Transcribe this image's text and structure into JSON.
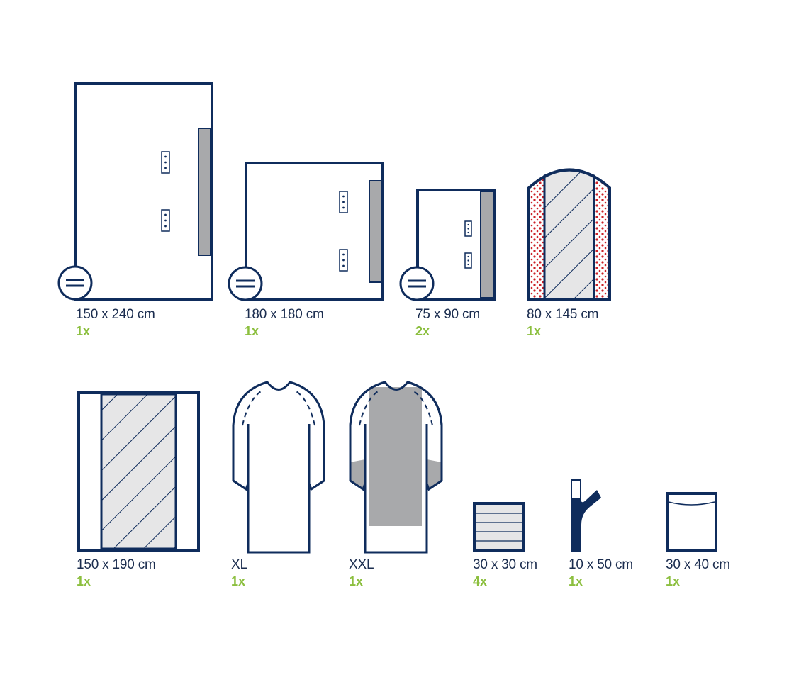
{
  "colors": {
    "outline": "#0f2c5c",
    "gray_fill": "#a8a9ab",
    "light_gray": "#e6e6e7",
    "red_dots": "#cc2027",
    "quantity_green": "#8cbf3f",
    "label_text": "#1b2d4f"
  },
  "items": [
    {
      "id": "drape-150x240",
      "size": "150 x 240 cm",
      "qty": "1x",
      "icon": "drape-with-strip-icon"
    },
    {
      "id": "drape-180x180",
      "size": "180 x 180 cm",
      "qty": "1x",
      "icon": "drape-with-strip-icon"
    },
    {
      "id": "drape-75x90",
      "size": "75 x 90 cm",
      "qty": "2x",
      "icon": "drape-with-strip-icon"
    },
    {
      "id": "cover-80x145",
      "size": "80 x 145 cm",
      "qty": "1x",
      "icon": "arched-cover-icon"
    },
    {
      "id": "table-cover-150x190",
      "size": "150 x 190 cm",
      "qty": "1x",
      "icon": "table-cover-icon"
    },
    {
      "id": "gown-xl",
      "size": "XL",
      "qty": "1x",
      "icon": "surgical-gown-icon"
    },
    {
      "id": "gown-xxl",
      "size": "XXL",
      "qty": "1x",
      "icon": "reinforced-gown-icon"
    },
    {
      "id": "swab-30x30",
      "size": "30 x 30 cm",
      "qty": "4x",
      "icon": "swab-icon"
    },
    {
      "id": "tape-10x50",
      "size": "10 x 50 cm",
      "qty": "1x",
      "icon": "adhesive-tape-icon"
    },
    {
      "id": "bag-30x40",
      "size": "30 x 40 cm",
      "qty": "1x",
      "icon": "bag-icon"
    }
  ]
}
